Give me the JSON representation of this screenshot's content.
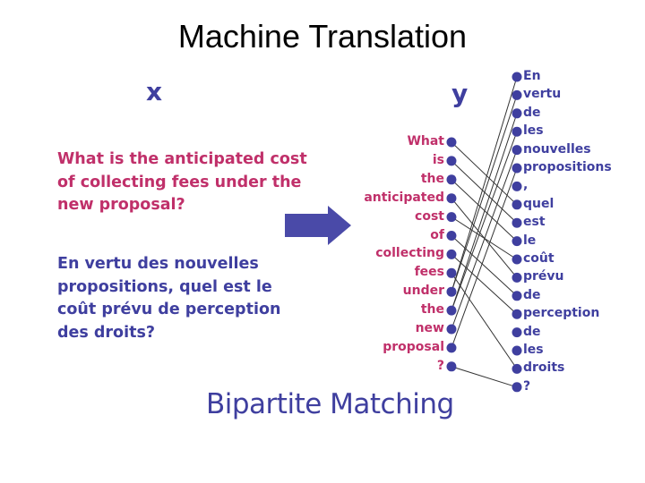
{
  "title": "Machine Translation",
  "x_label": "x",
  "y_label": "y",
  "source_sentence": "What is the anticipated cost of collecting fees under the new proposal?",
  "target_sentence": "En vertu des nouvelles propositions, quel est le coût prévu de perception des droits?",
  "footer": "Bipartite Matching",
  "english_tokens": [
    "What",
    "is",
    "the",
    "anticipated",
    "cost",
    "of",
    "collecting",
    "fees",
    "under",
    "the",
    "new",
    "proposal",
    "?"
  ],
  "french_tokens": [
    "En",
    "vertu",
    "de",
    "les",
    "nouvelles",
    "propositions",
    ",",
    "quel",
    "est",
    "le",
    "coût",
    "prévu",
    "de",
    "perception",
    "de",
    "les",
    "droits",
    "?"
  ],
  "alignments": [
    [
      0,
      7
    ],
    [
      1,
      8
    ],
    [
      2,
      9
    ],
    [
      3,
      11
    ],
    [
      4,
      10
    ],
    [
      5,
      12
    ],
    [
      6,
      13
    ],
    [
      7,
      16
    ],
    [
      8,
      0
    ],
    [
      8,
      1
    ],
    [
      9,
      2
    ],
    [
      9,
      3
    ],
    [
      10,
      4
    ],
    [
      11,
      5
    ],
    [
      12,
      17
    ]
  ],
  "colors": {
    "english": "#c0306a",
    "french": "#3f3f9f",
    "arrow": "#4a4aa8",
    "node": "#3f3f9f"
  }
}
